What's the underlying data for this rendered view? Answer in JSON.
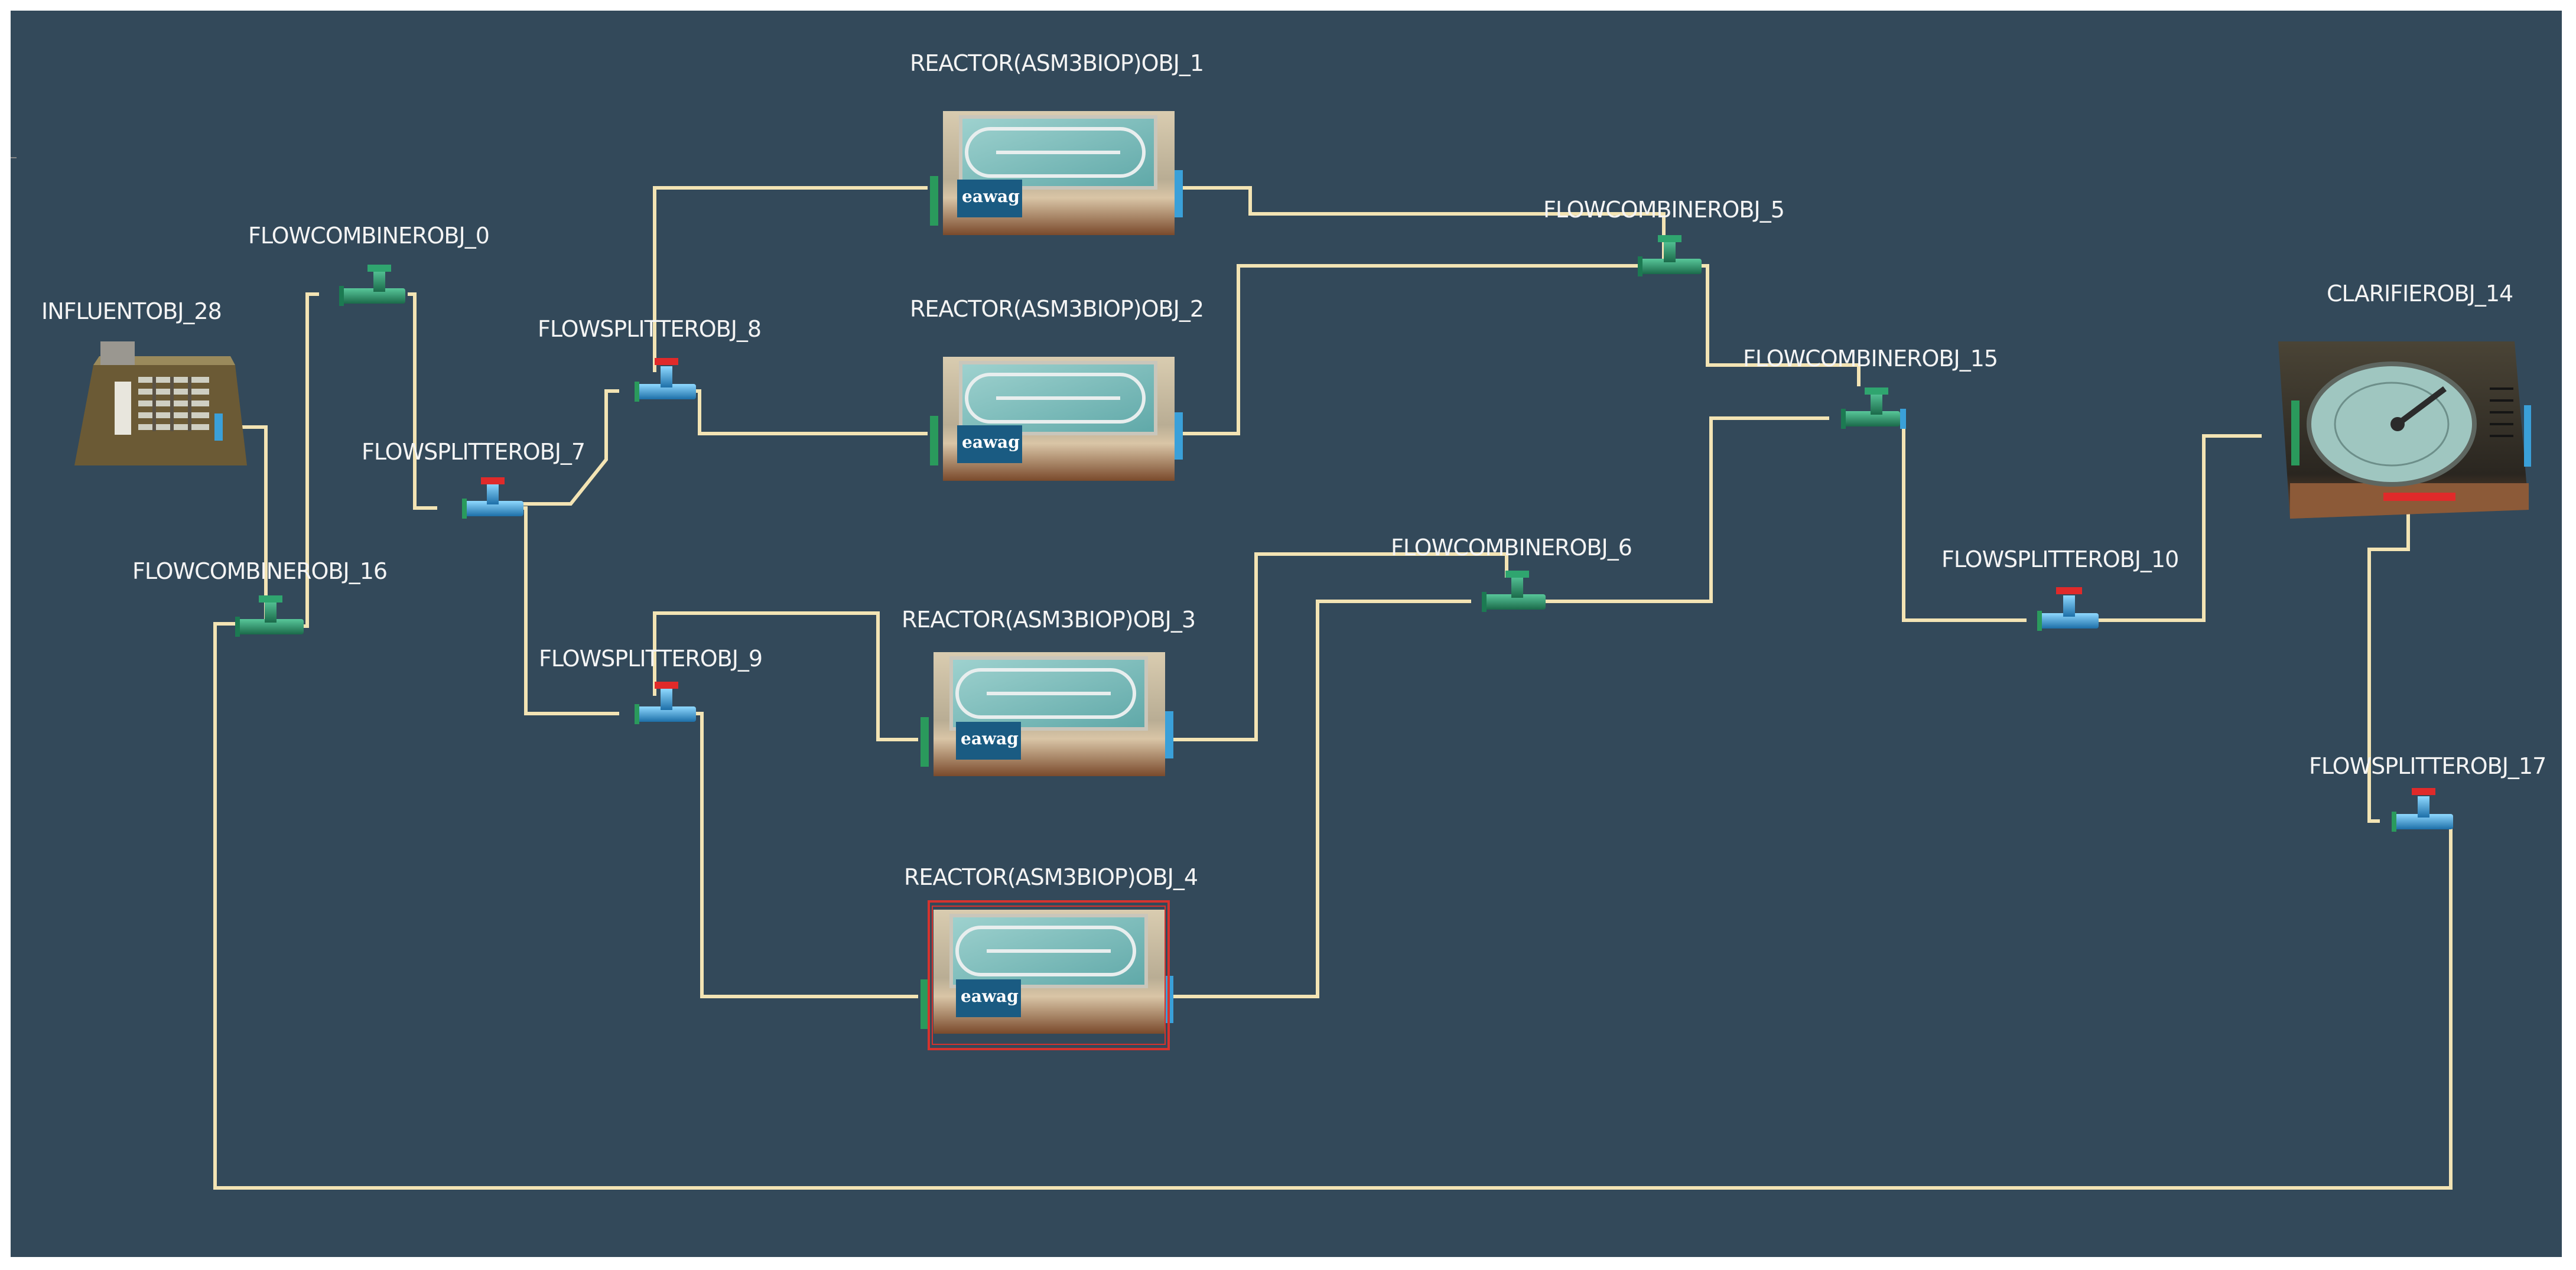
{
  "canvas": {
    "background": "#33495a"
  },
  "pipe_color": "#f3e4b4",
  "labels": {
    "influent": "INFLUENTOBJ_28",
    "combiner0": "FLOWCOMBINEROBJ_0",
    "combiner16": "FLOWCOMBINEROBJ_16",
    "splitter7": "FLOWSPLITTEROBJ_7",
    "splitter8": "FLOWSPLITTEROBJ_8",
    "splitter9": "FLOWSPLITTEROBJ_9",
    "reactor1": "REACTOR(ASM3BIOP)OBJ_1",
    "reactor2": "REACTOR(ASM3BIOP)OBJ_2",
    "reactor3": "REACTOR(ASM3BIOP)OBJ_3",
    "reactor4": "REACTOR(ASM3BIOP)OBJ_4",
    "combiner5": "FLOWCOMBINEROBJ_5",
    "combiner6": "FLOWCOMBINEROBJ_6",
    "combiner15": "FLOWCOMBINEROBJ_15",
    "splitter10": "FLOWSPLITTEROBJ_10",
    "clarifier": "CLARIFIEROBJ_14",
    "splitter17": "FLOWSPLITTEROBJ_17"
  },
  "reactor_badge": "eawag",
  "icons": {
    "reactor": "reactor-tank-icon",
    "combiner": "flow-combiner-icon",
    "splitter": "flow-splitter-icon",
    "influent": "influent-icon",
    "clarifier": "clarifier-icon"
  },
  "selected_object": "REACTOR(ASM3BIOP)OBJ_4"
}
